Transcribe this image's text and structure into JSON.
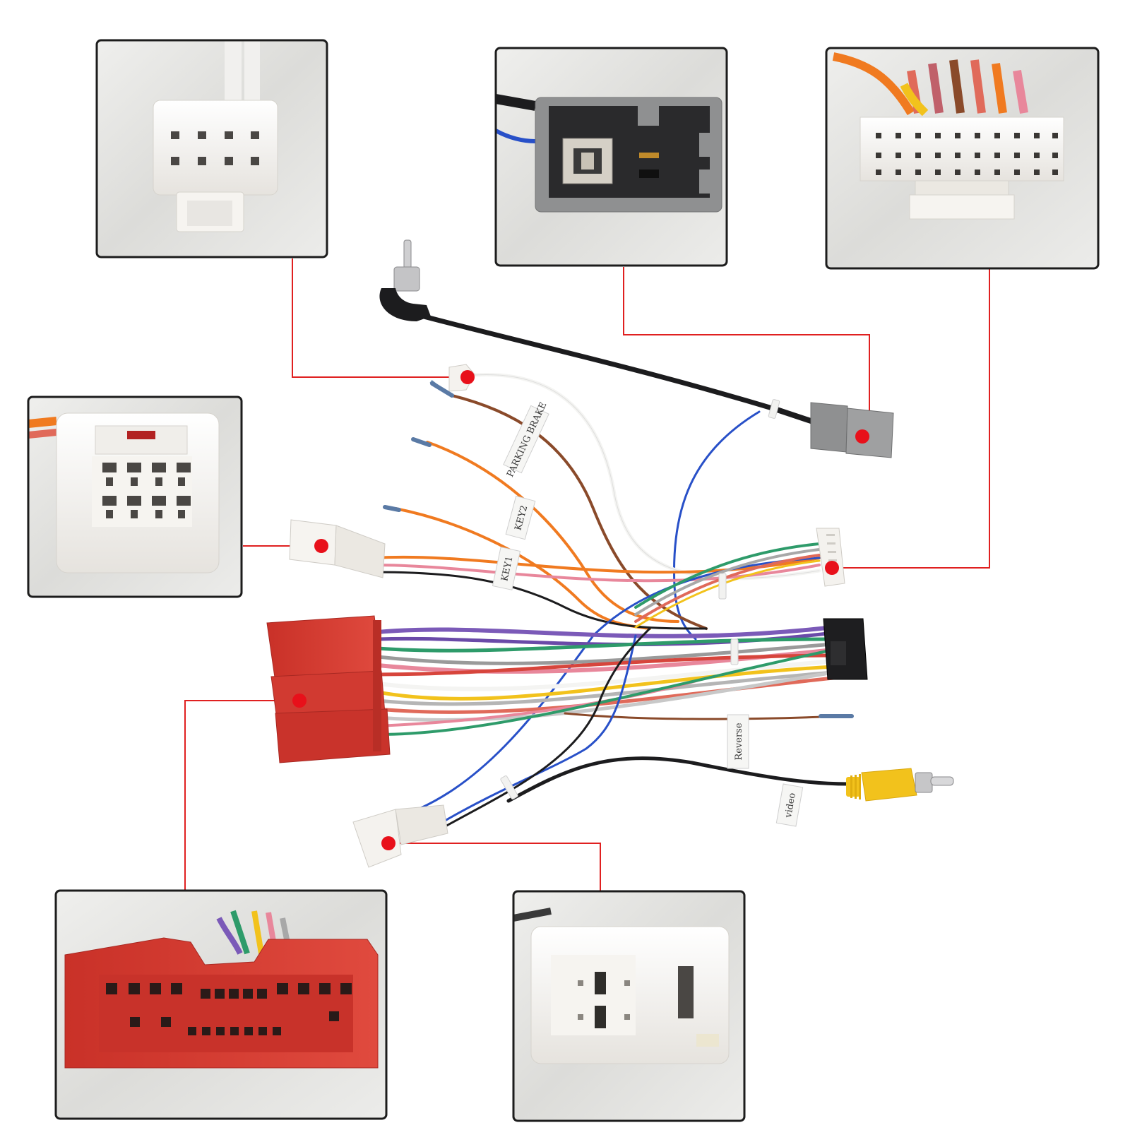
{
  "image": {
    "subject": "car stereo wiring harness with connector close-up insets",
    "colors": {
      "callout_line": "#e02020",
      "callout_dot": "#e8101a",
      "inset_border": "#1c1c1c",
      "inset_bg": "#e8e8e6",
      "red_connector": "#d93a30",
      "grey_connector": "#8f9091",
      "white_connector": "#f4f2ee",
      "black_connector": "#1e1e20",
      "rca_yellow": "#f2c21c"
    }
  },
  "wire_labels": {
    "parking_brake": "PARKING BRAKE",
    "key2": "KEY2",
    "key1": "KEY1",
    "reverse": "Reverse",
    "video": "video"
  },
  "insets": [
    {
      "id": "inset-8pin-white",
      "icon": "white-8-pin-connector-icon"
    },
    {
      "id": "inset-grey-antenna",
      "icon": "grey-2-pin-antenna-connector-icon"
    },
    {
      "id": "inset-20pin-white",
      "icon": "white-20-pin-connector-icon"
    },
    {
      "id": "inset-12pin-white",
      "icon": "white-12-pin-connector-icon"
    },
    {
      "id": "inset-red-main",
      "icon": "red-main-harness-connector-icon"
    },
    {
      "id": "inset-6pin-white",
      "icon": "white-6-pin-connector-icon"
    }
  ]
}
